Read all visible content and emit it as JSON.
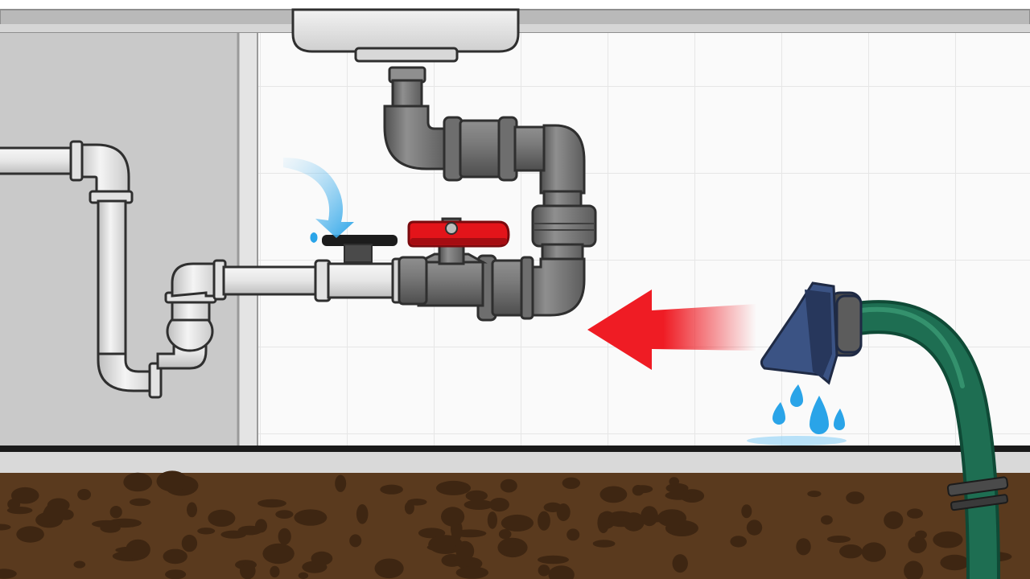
{
  "scene": {
    "kind": "under-sink plumbing illustration",
    "labels": []
  },
  "colors": {
    "wall_panel": "#c9c9c9",
    "wall_panel_edge": "#dcdcdc",
    "tile_background": "#fafafa",
    "tile_grid": "#e6e6e6",
    "outline": "#2f2f2f",
    "white_pipe": "#e9e9e9",
    "white_pipe_shade": "#c2c2c2",
    "grey_pipe": "#6e6e6e",
    "grey_pipe_light": "#8f8f8f",
    "grey_pipe_dark": "#505050",
    "valve_handle": "#e3141a",
    "valve_handle_dark": "#a50d12",
    "water_drop": "#2aa4e8",
    "water_drop_light": "#9bd5f6",
    "arrow_red": "#ef1c24",
    "hose_green": "#1e6e52",
    "hose_green_dark": "#0f4a36",
    "nozzle_blue": "#3b5384",
    "nozzle_blue_dark": "#27375c",
    "soil": "#5a3a1e",
    "soil_spots": "#3e2612",
    "soil_top": "#d9d9d9"
  },
  "icons": {
    "flow_arrow": "red-arrow-pointing-left",
    "water_stream": "blue-curved-arrow",
    "leak_drops": "water-drop-icons",
    "shutoff_valve": "red-valve-handle"
  }
}
